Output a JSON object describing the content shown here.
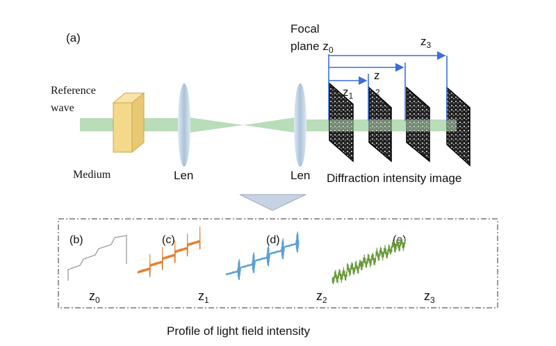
{
  "panel_a": {
    "label": "(a)",
    "reference_wave": [
      "Reference",
      "wave"
    ],
    "medium": "Medium",
    "lens1": "Len",
    "lens2": "Len",
    "diffraction": "Diffraction intensity image",
    "focal": "Focal",
    "plane": "plane z",
    "z0_sub": "0",
    "z1": "z",
    "z1_sub": "1",
    "z2": "z",
    "z2_sub": "2",
    "z3": "z",
    "z3_sub": "3"
  },
  "profiles": [
    {
      "label": "(b)",
      "z": "z",
      "sub": "0",
      "color": "#999999"
    },
    {
      "label": "(c)",
      "z": "z",
      "sub": "1",
      "color": "#e07b2a"
    },
    {
      "label": "(d)",
      "z": "z",
      "sub": "2",
      "color": "#5a9fd4"
    },
    {
      "label": "(e)",
      "z": "z",
      "sub": "3",
      "color": "#6a9a3a"
    }
  ],
  "caption": "Profile of light field intensity",
  "colors": {
    "beam": "#b9dcb9",
    "arrow": "#3a6fd8",
    "medium": "#f5d98a",
    "lens": "#b8cfe0"
  }
}
